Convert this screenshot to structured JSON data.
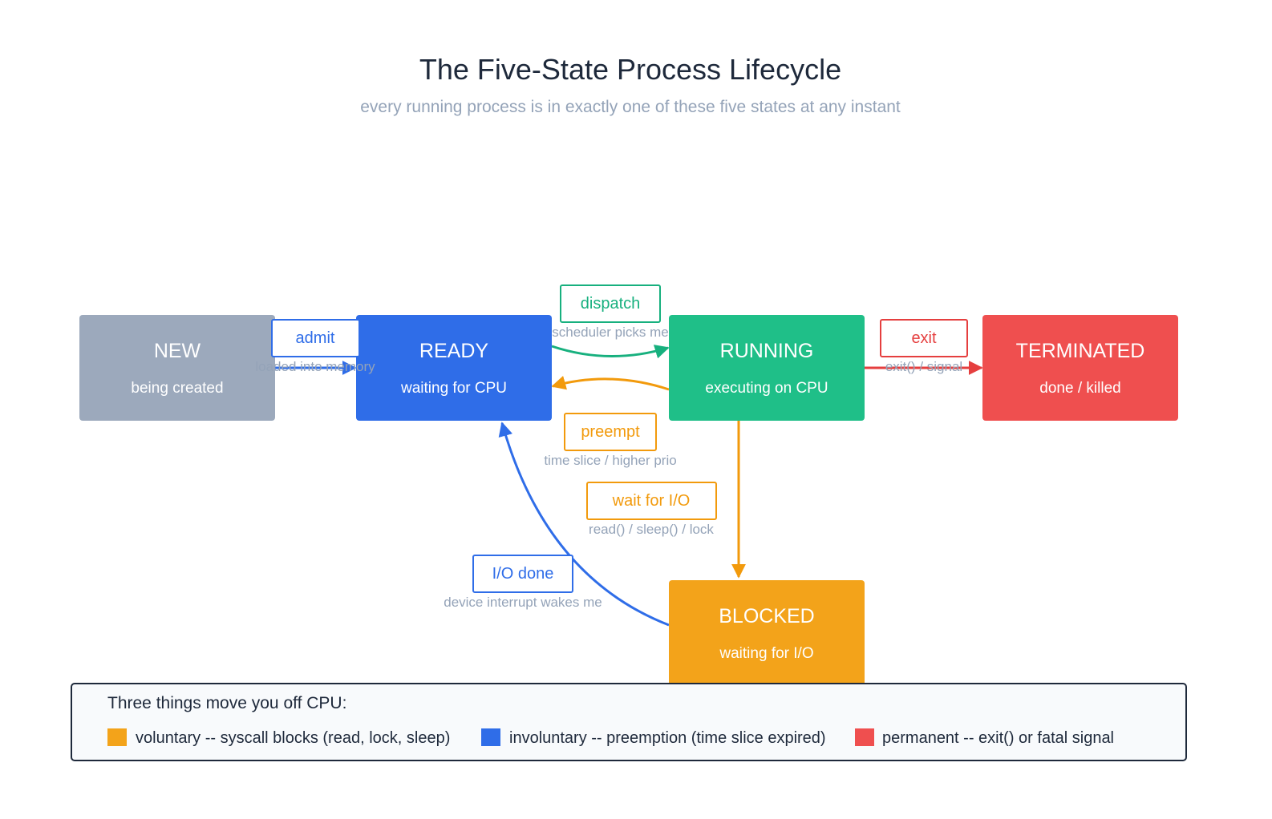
{
  "header": {
    "title": "The Five-State Process Lifecycle",
    "subtitle": "every running process is in exactly one of these five states at any instant"
  },
  "colors": {
    "new": "#9ca9bc",
    "ready": "#2f6de8",
    "running": "#1fbf88",
    "terminated": "#ef4f4f",
    "blocked": "#f3a31a",
    "admit": "#2f6de8",
    "dispatch": "#17b07e",
    "preempt": "#f29a0c",
    "exit": "#e53f3f",
    "io_done": "#2f6de8",
    "note": "#94a3b8",
    "legend_border": "#1e293b",
    "legend_bg": "#f8fafc"
  },
  "states": {
    "new": {
      "name": "NEW",
      "desc": "being created"
    },
    "ready": {
      "name": "READY",
      "desc": "waiting for CPU"
    },
    "running": {
      "name": "RUNNING",
      "desc": "executing on CPU"
    },
    "terminated": {
      "name": "TERMINATED",
      "desc": "done / killed"
    },
    "blocked": {
      "name": "BLOCKED",
      "desc": "waiting for I/O"
    }
  },
  "transitions": {
    "admit": {
      "label": "admit",
      "note": "loaded into memory"
    },
    "dispatch": {
      "label": "dispatch",
      "note": "scheduler picks me"
    },
    "preempt": {
      "label": "preempt",
      "note": "time slice / higher prio"
    },
    "exit": {
      "label": "exit",
      "note": "exit() / signal"
    },
    "wait": {
      "label": "wait for I/O",
      "note": "read() / sleep() / lock"
    },
    "io_done": {
      "label": "I/O done",
      "note": "device interrupt wakes me"
    }
  },
  "legend": {
    "title": "Three things move you off CPU:",
    "items": [
      {
        "text": "voluntary -- syscall blocks (read, lock, sleep)",
        "color": "#f3a31a"
      },
      {
        "text": "involuntary -- preemption (time slice expired)",
        "color": "#2f6de8"
      },
      {
        "text": "permanent -- exit() or fatal signal",
        "color": "#ef4f4f"
      }
    ]
  }
}
